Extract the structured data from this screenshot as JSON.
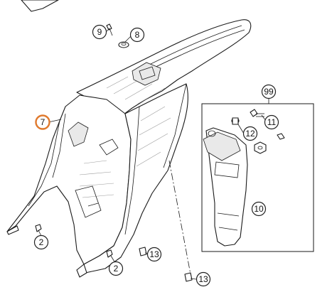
{
  "callouts": {
    "c2a": "2",
    "c2b": "2",
    "c7": "7",
    "c8": "8",
    "c9": "9",
    "c10": "10",
    "c11": "11",
    "c12": "12",
    "c13a": "13",
    "c13b": "13",
    "c99": "99"
  },
  "colors": {
    "highlight": "#e07a2e",
    "line": "#1a1a1a"
  }
}
